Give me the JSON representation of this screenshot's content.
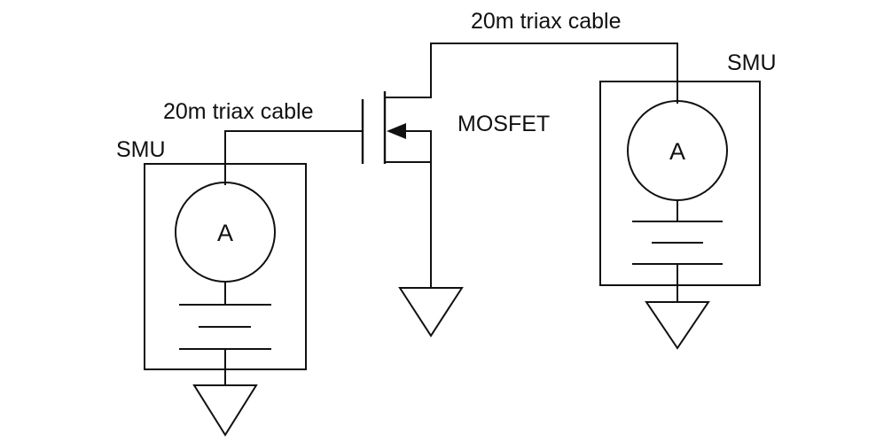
{
  "labels": {
    "cable_left": "20m triax cable",
    "cable_right": "20m triax cable",
    "smu_left": "SMU",
    "smu_right": "SMU",
    "mosfet": "MOSFET",
    "meter_left": "A",
    "meter_right": "A"
  },
  "colors": {
    "line": "#111111",
    "background": "#ffffff"
  }
}
